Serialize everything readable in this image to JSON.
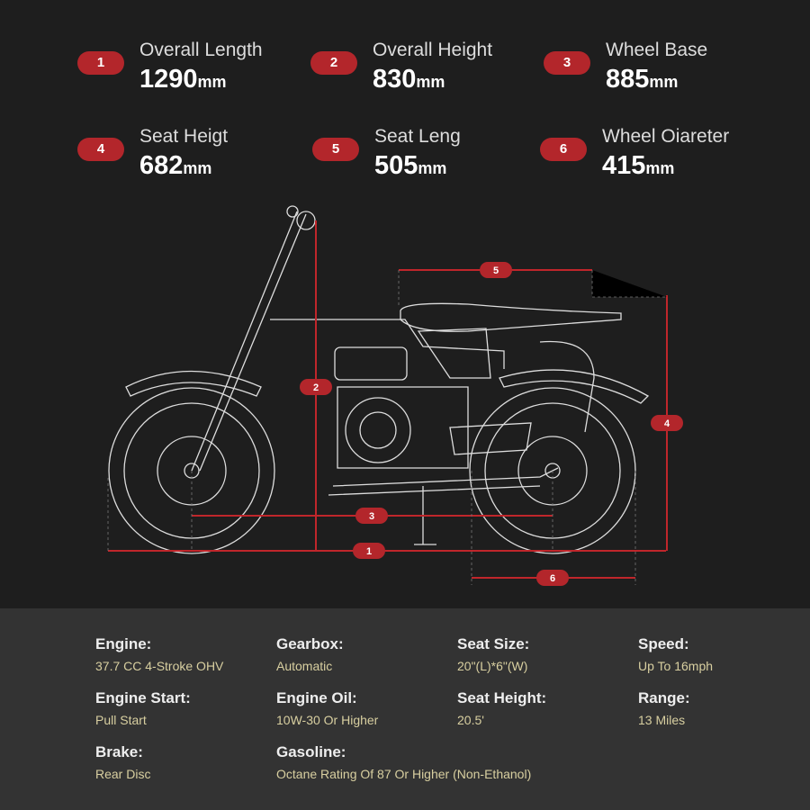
{
  "colors": {
    "accent": "#b3262b",
    "value": "#d8cfa0"
  },
  "specs": [
    {
      "num": "1",
      "label": "Overall Length",
      "value": "1290",
      "unit": "mm"
    },
    {
      "num": "2",
      "label": "Overall Height",
      "value": "830",
      "unit": "mm"
    },
    {
      "num": "3",
      "label": "Wheel Base",
      "value": "885",
      "unit": "mm"
    },
    {
      "num": "4",
      "label": "Seat Heigt",
      "value": "682",
      "unit": "mm"
    },
    {
      "num": "5",
      "label": "Seat Leng",
      "value": "505",
      "unit": "mm"
    },
    {
      "num": "6",
      "label": "Wheel Oiareter",
      "value": "415",
      "unit": "mm"
    }
  ],
  "dimension_markers": [
    "1",
    "2",
    "3",
    "4",
    "5",
    "6"
  ],
  "details": [
    {
      "label": "Engine:",
      "value": "37.7 CC 4-Stroke OHV"
    },
    {
      "label": "Gearbox:",
      "value": "Automatic"
    },
    {
      "label": "Seat Size:",
      "value": "20\"(L)*6\"(W)"
    },
    {
      "label": "Speed:",
      "value": "Up To 16mph"
    },
    {
      "label": "Engine Start:",
      "value": "Pull Start"
    },
    {
      "label": "Engine Oil:",
      "value": "10W-30 Or Higher"
    },
    {
      "label": "Seat Height:",
      "value": "20.5'"
    },
    {
      "label": "Range:",
      "value": "13 Miles"
    },
    {
      "label": "Brake:",
      "value": "Rear Disc"
    },
    {
      "label": "Gasoline:",
      "value": "Octane Rating Of 87 Or Higher (Non-Ethanol)"
    }
  ]
}
